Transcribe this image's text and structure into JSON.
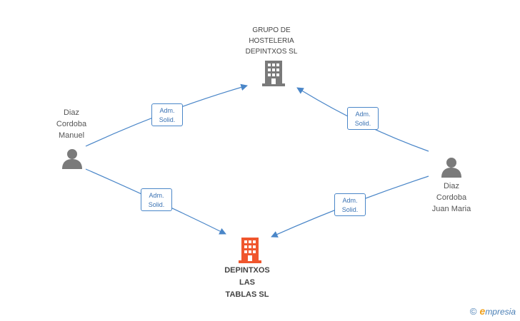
{
  "colors": {
    "edge": "#4a86c8",
    "person_icon": "#7a7a7a",
    "company_icon": "#7a7a7a",
    "focus_company_icon": "#f0562d",
    "brand_accent": "#f0a01c"
  },
  "nodes": {
    "grupo": {
      "name": [
        "GRUPO DE",
        "HOSTELERIA",
        "DEPINTXOS SL"
      ],
      "icon": "building-icon"
    },
    "depintxos": {
      "name": [
        "DEPINTXOS",
        "LAS",
        "TABLAS SL"
      ],
      "icon": "building-icon"
    },
    "manuel": {
      "name": [
        "Diaz",
        "Cordoba",
        "Manuel"
      ],
      "icon": "person-icon"
    },
    "juan": {
      "name": [
        "Diaz",
        "Cordoba",
        "Juan Maria"
      ],
      "icon": "person-icon"
    }
  },
  "edges": [
    {
      "from": "manuel",
      "to": "grupo",
      "role": [
        "Adm.",
        "Solid."
      ]
    },
    {
      "from": "manuel",
      "to": "depintxos",
      "role": [
        "Adm.",
        "Solid."
      ]
    },
    {
      "from": "juan",
      "to": "grupo",
      "role": [
        "Adm.",
        "Solid."
      ]
    },
    {
      "from": "juan",
      "to": "depintxos",
      "role": [
        "Adm.",
        "Solid."
      ]
    }
  ],
  "brand": {
    "copyright": "©",
    "initial": "e",
    "rest": "mpresia"
  }
}
